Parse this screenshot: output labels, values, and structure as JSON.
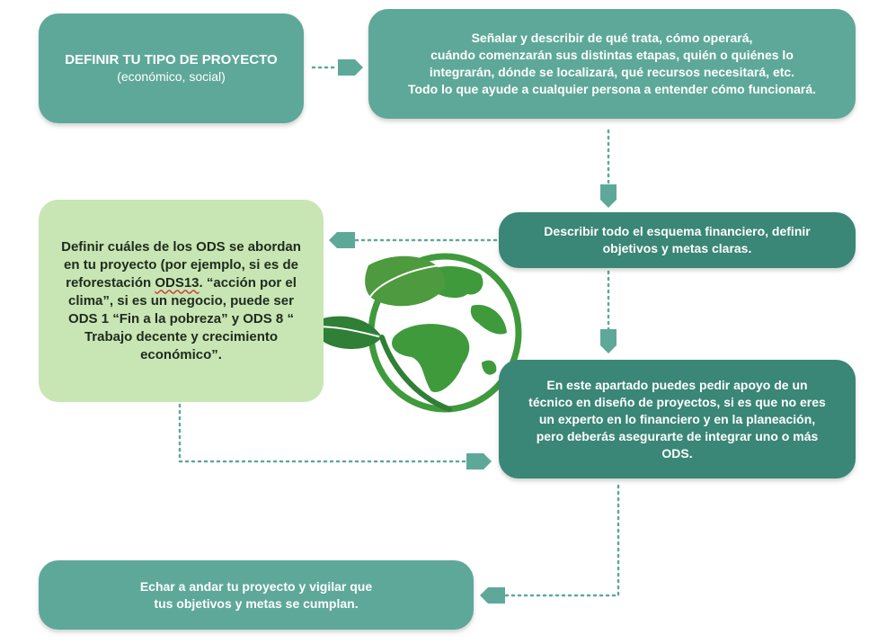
{
  "boxes": {
    "type": {
      "title": "DEFINIR TU TIPO DE PROYECTO",
      "subtitle": "(económico, social)"
    },
    "describe": {
      "lines": [
        "Señalar y describir de qué trata, cómo operará,",
        "cuándo comenzarán sus distintas etapas, quién o quiénes lo",
        "integrarán, dónde se localizará, qué recursos necesitará, etc.",
        "Todo lo que ayude a cualquier persona a entender cómo funcionará."
      ]
    },
    "financial": {
      "lines": [
        "Describir todo el esquema financiero, definir",
        "objetivos y metas claras."
      ]
    },
    "ods": {
      "bold_intro": "Definir cuáles de los ODS se abordan en tu proyecto",
      "text_1": " (por ejemplo, si es de reforestación ",
      "ods13": "ODS13",
      "text_2": ". “acción por el clima”, si es un negocio, puede ser ODS 1 “Fin a la pobreza” y ODS 8 “ Trabajo decente y crecimiento económico”."
    },
    "support": {
      "lines": [
        "En este apartado puedes pedir apoyo de un",
        "técnico en diseño de proyectos, si es que no eres",
        "un experto en lo financiero y en la planeación,",
        "pero deberás asegurarte de integrar uno o más",
        "ODS."
      ]
    },
    "launch": {
      "lines": [
        "Echar a andar tu proyecto y vigilar que",
        "tus objetivos y metas se cumplan."
      ]
    }
  },
  "colors": {
    "teal": "#5ea89a",
    "dark_teal": "#3a8677",
    "light_green": "#c8e6b4",
    "earth_green": "#3f9a3c"
  },
  "icons": [
    "globe-leaves-icon",
    "arrow-right-icon",
    "arrow-down-icon",
    "arrow-left-icon"
  ]
}
